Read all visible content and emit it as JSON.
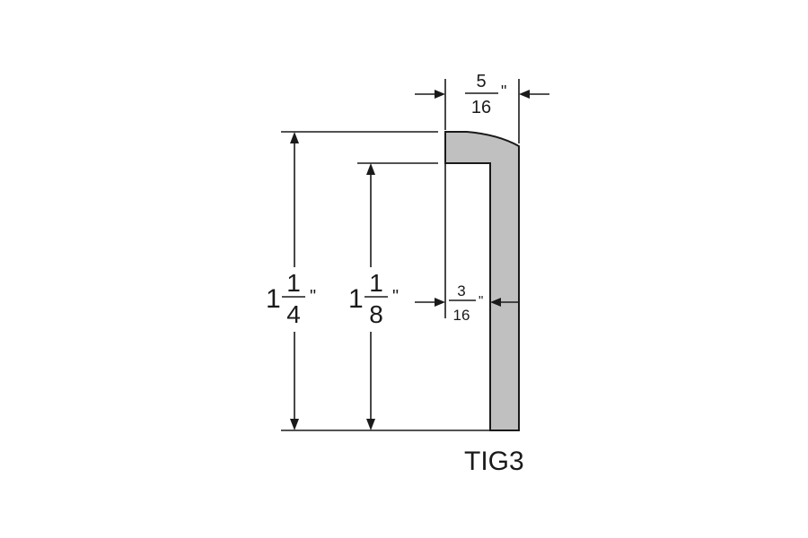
{
  "profile": {
    "label": "TIG3",
    "fill_color": "#c0c0c0",
    "stroke_color": "#1a1a1a"
  },
  "dimensions": {
    "top_width": {
      "num": "5",
      "den": "16",
      "unit": "\""
    },
    "outer_height": {
      "whole": "1",
      "num": "1",
      "den": "4",
      "unit": "\""
    },
    "inner_height": {
      "whole": "1",
      "num": "1",
      "den": "8",
      "unit": "\""
    },
    "leg_width": {
      "num": "3",
      "den": "16",
      "unit": "\""
    }
  }
}
